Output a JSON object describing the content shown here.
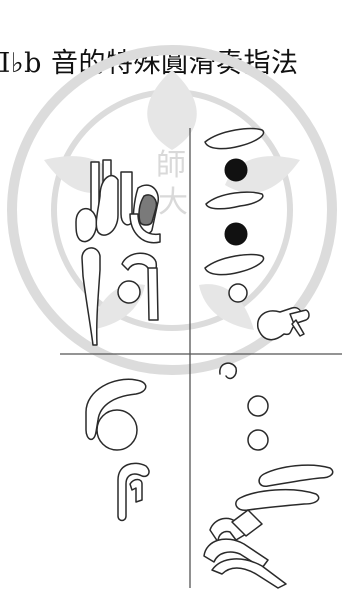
{
  "title": "Ⅱ♭b 音的特殊圓滑奏指法",
  "watermark": {
    "text_top": "師",
    "text_bottom": "大",
    "color": "#d9d9d9"
  },
  "colors": {
    "line": "#2a2a2a",
    "filled_key": "#111111",
    "shaded_key": "#7a7a7a"
  }
}
